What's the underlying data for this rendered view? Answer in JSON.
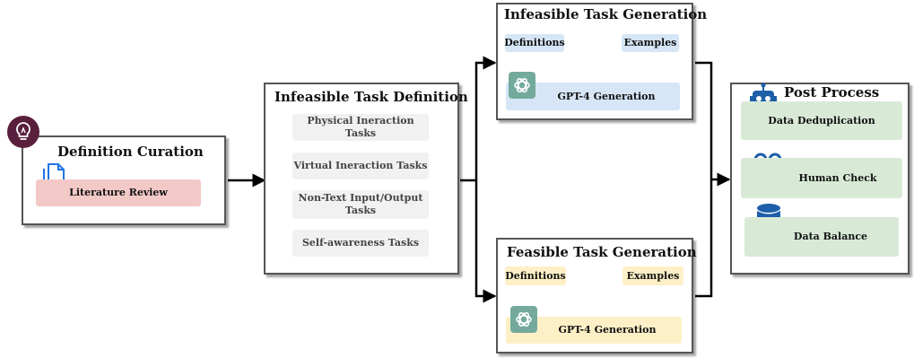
{
  "curation": {
    "title": "Definition Curation",
    "item": "Literature Review"
  },
  "definition": {
    "title": "Infeasible Task Definition",
    "items": [
      "Physical Ineraction Tasks",
      "Virtual Ineraction Tasks",
      "Non-Text Input/Output Tasks",
      "Self-awareness Tasks"
    ]
  },
  "infeasible_gen": {
    "title": "Infeasible Task Generation",
    "definitions": "Definitions",
    "examples": "Examples",
    "gpt": "GPT-4 Generation"
  },
  "feasible_gen": {
    "title": "Feasible Task Generation",
    "definitions": "Definitions",
    "examples": "Examples",
    "gpt": "GPT-4 Generation"
  },
  "post": {
    "title": "Post Process",
    "dedup": "Data Deduplication",
    "human": "Human Check",
    "balance": "Data Balance"
  },
  "colors": {
    "bulb_circle": "#5a1f3c",
    "gpt_logo": "#74aa9c",
    "doc_icon": "#1e73e8",
    "post_icons": "#1d5fa8"
  }
}
